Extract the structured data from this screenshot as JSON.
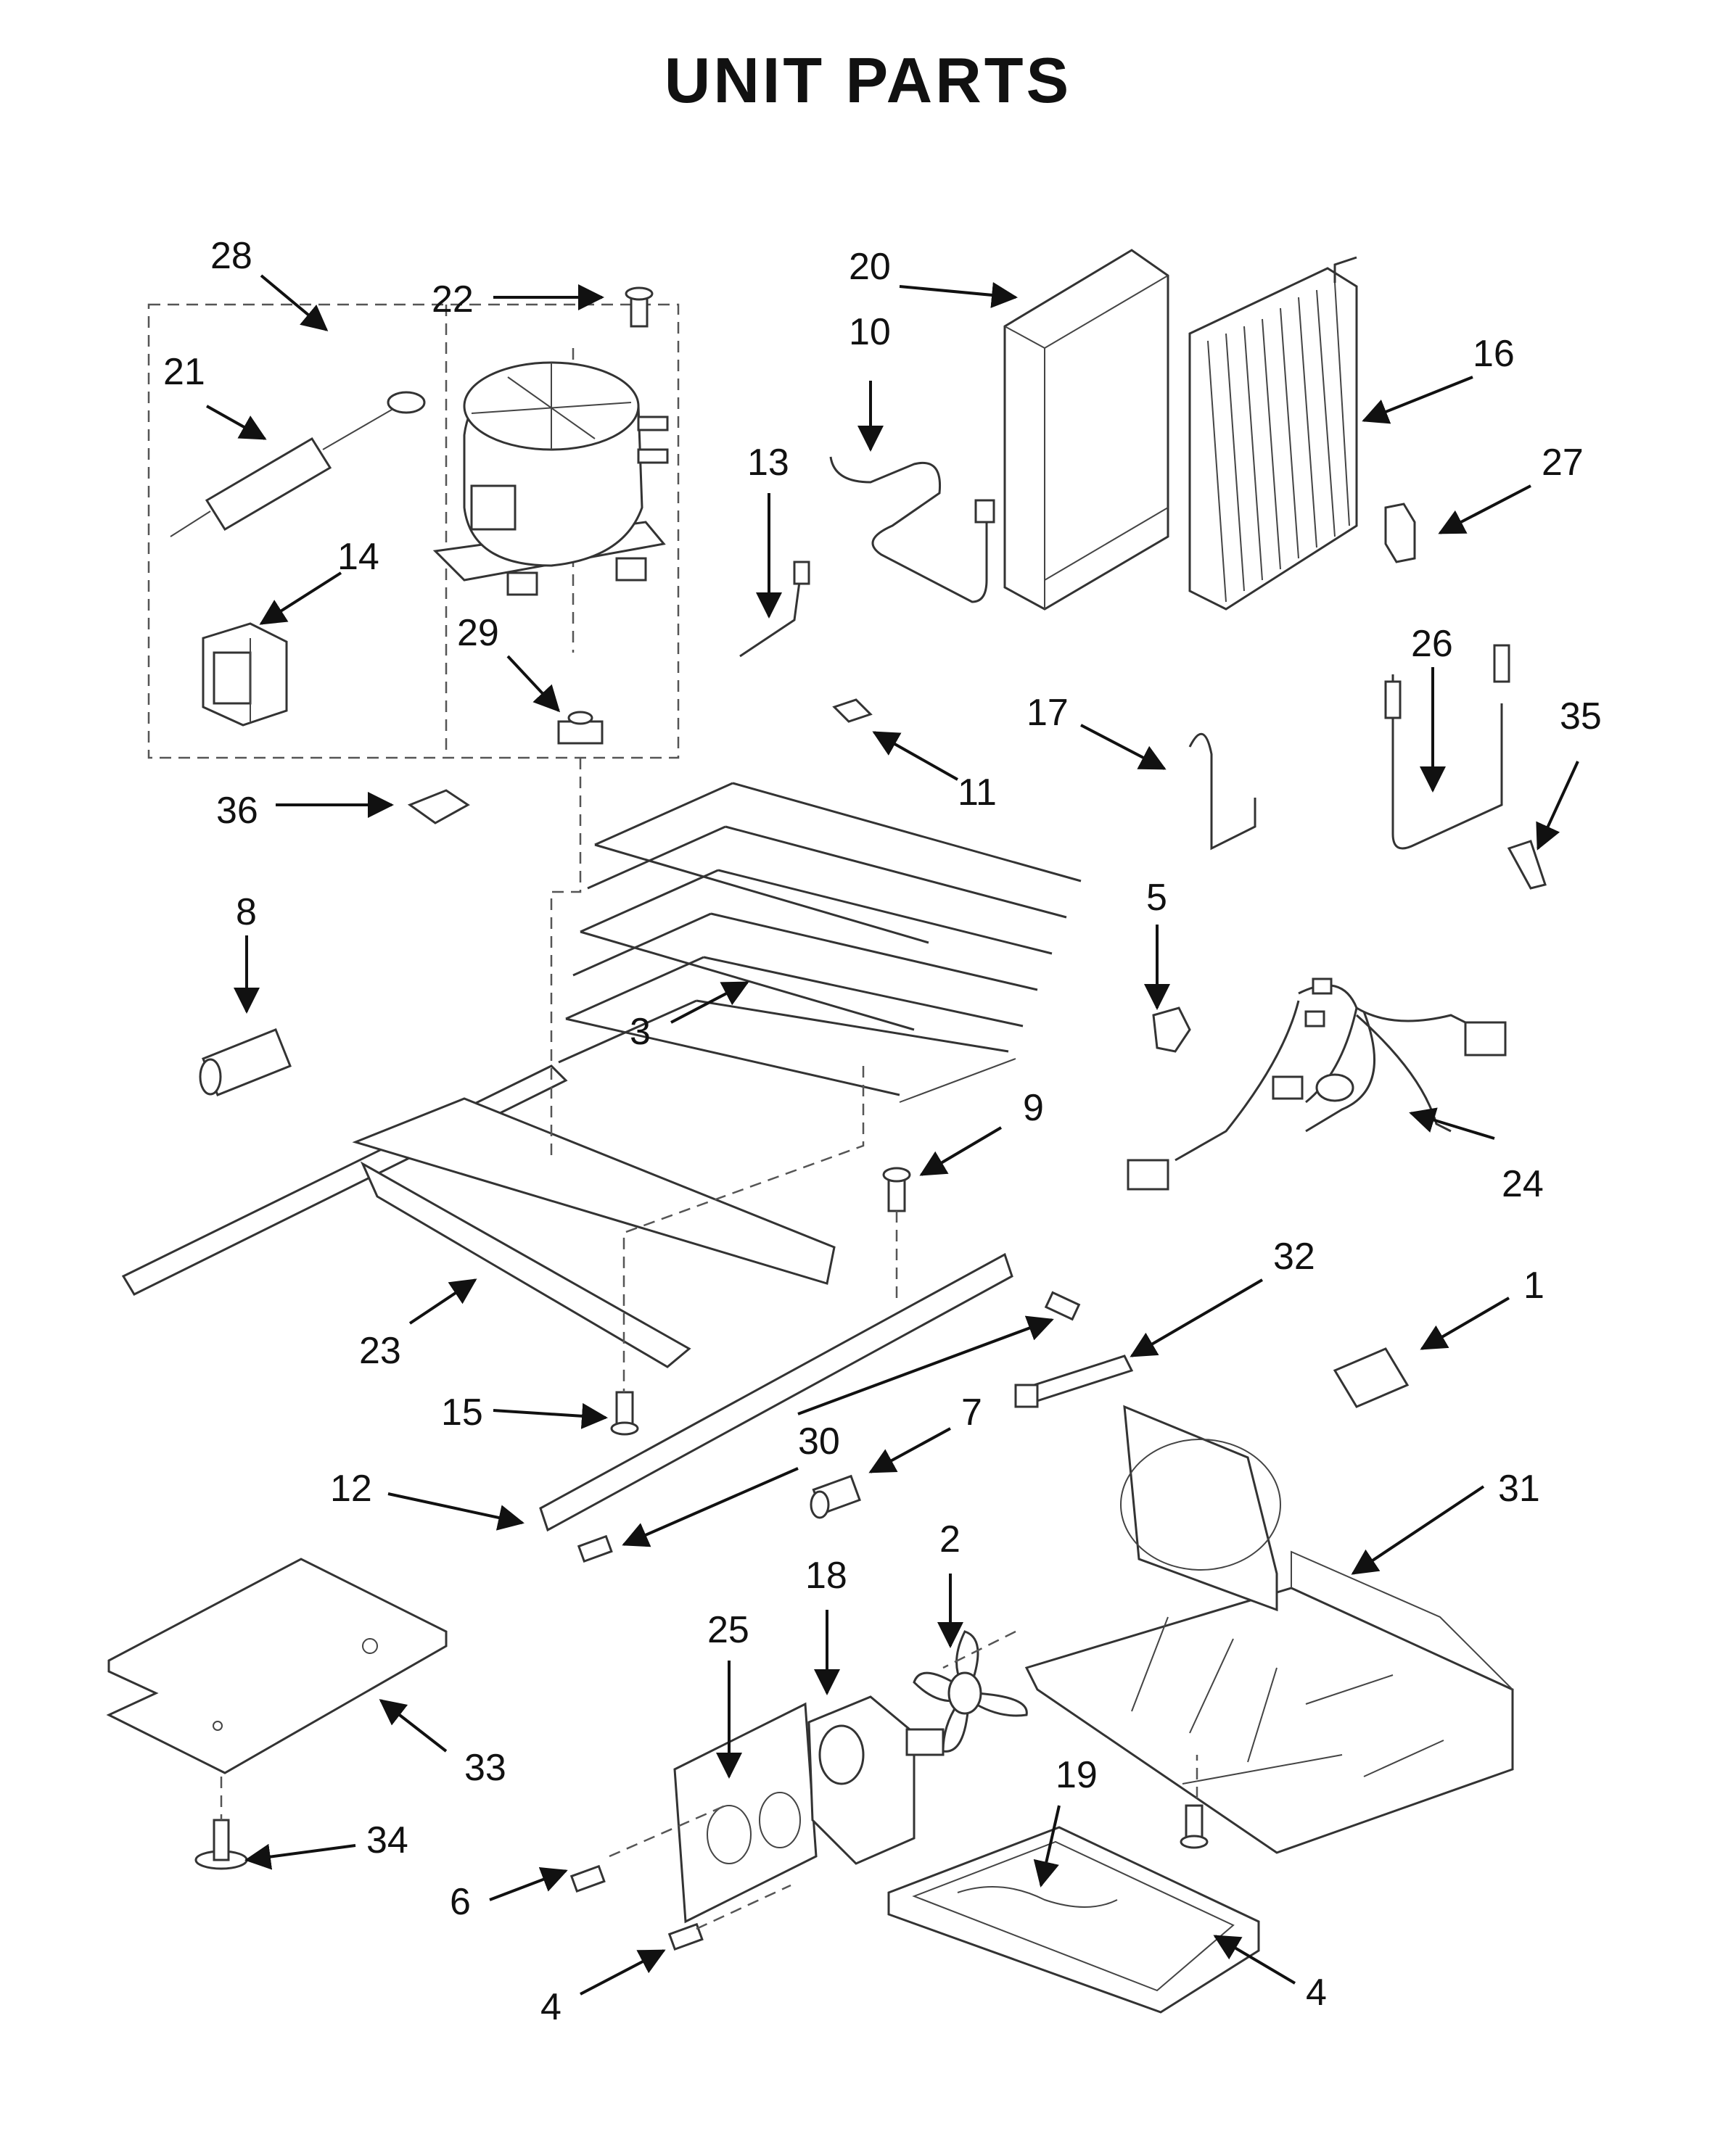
{
  "title": "UNIT PARTS",
  "callouts": {
    "c1": "1",
    "c2": "2",
    "c3": "3",
    "c4a": "4",
    "c4b": "4",
    "c5": "5",
    "c6": "6",
    "c7": "7",
    "c8": "8",
    "c9": "9",
    "c10": "10",
    "c11": "11",
    "c12": "12",
    "c13": "13",
    "c14": "14",
    "c15": "15",
    "c16": "16",
    "c17": "17",
    "c18": "18",
    "c19": "19",
    "c20": "20",
    "c21": "21",
    "c22": "22",
    "c23": "23",
    "c24": "24",
    "c25": "25",
    "c26": "26",
    "c27": "27",
    "c28": "28",
    "c29": "29",
    "c30": "30",
    "c31": "31",
    "c32": "32",
    "c33": "33",
    "c34": "34",
    "c35": "35",
    "c36": "36"
  }
}
